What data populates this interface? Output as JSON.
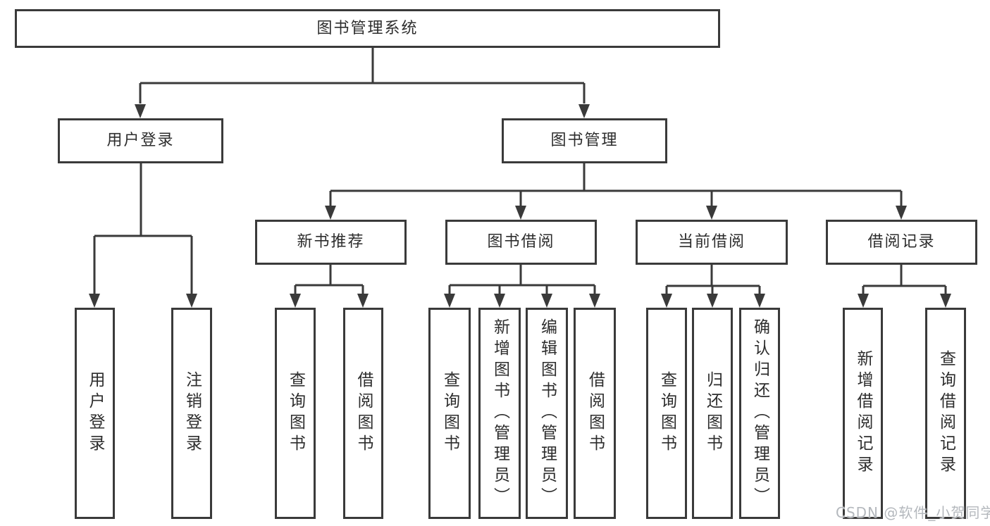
{
  "nodes": {
    "root": {
      "label": "图书管理系统"
    },
    "user_login": {
      "label": "用户登录"
    },
    "book_mgmt": {
      "label": "图书管理"
    },
    "new_book": {
      "label": "新书推荐"
    },
    "book_borrow": {
      "label": "图书借阅"
    },
    "cur_borrow": {
      "label": "当前借阅"
    },
    "records": {
      "label": "借阅记录"
    }
  },
  "leaves": {
    "user_login": {
      "label": "用户登录"
    },
    "logout": {
      "label": "注销登录"
    },
    "nb_query": {
      "label": "查询图书"
    },
    "nb_borrow": {
      "label": "借阅图书"
    },
    "bb_query": {
      "label": "查询图书"
    },
    "bb_add": {
      "label": "新增图书（管理员）"
    },
    "bb_edit": {
      "label": "编辑图书（管理员）"
    },
    "bb_borrow": {
      "label": "借阅图书"
    },
    "cb_query": {
      "label": "查询图书"
    },
    "cb_return": {
      "label": "归还图书"
    },
    "cb_confirm": {
      "label": "确认归还（管理员）"
    },
    "br_add": {
      "label": "新增借阅记录"
    },
    "br_query": {
      "label": "查询借阅记录"
    }
  },
  "watermark": {
    "text": "CSDN @软件_小贺同学"
  },
  "colors": {
    "line": "#3a3a3a",
    "text": "#2d2d2d",
    "watermark": "#b4b8bd",
    "background": "#ffffff"
  }
}
